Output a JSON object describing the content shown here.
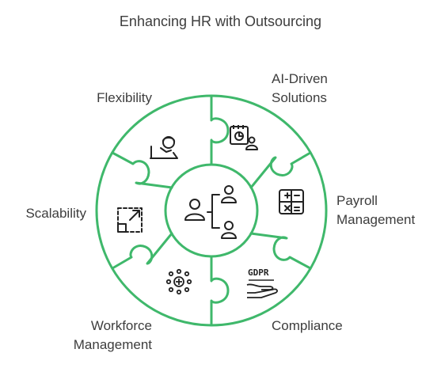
{
  "title": "Enhancing HR with Outsourcing",
  "center": {
    "icon": "org-chart-icon"
  },
  "segments": [
    {
      "lines": [
        "AI-Driven",
        "Solutions"
      ],
      "icon": "analytics-person-icon"
    },
    {
      "lines": [
        "Payroll",
        "Management"
      ],
      "icon": "calculator-icon"
    },
    {
      "lines": [
        "Compliance"
      ],
      "icon": "gdpr-hand-icon"
    },
    {
      "lines": [
        "Workforce",
        "Management"
      ],
      "icon": "network-nodes-icon"
    },
    {
      "lines": [
        "Scalability"
      ],
      "icon": "expand-arrows-icon"
    },
    {
      "lines": [
        "Flexibility"
      ],
      "icon": "person-on-desk-icon"
    }
  ],
  "colors": {
    "ring": "#3fb86b",
    "fill": "#ffffff",
    "text": "#3d3d3d",
    "icon": "#222222"
  }
}
